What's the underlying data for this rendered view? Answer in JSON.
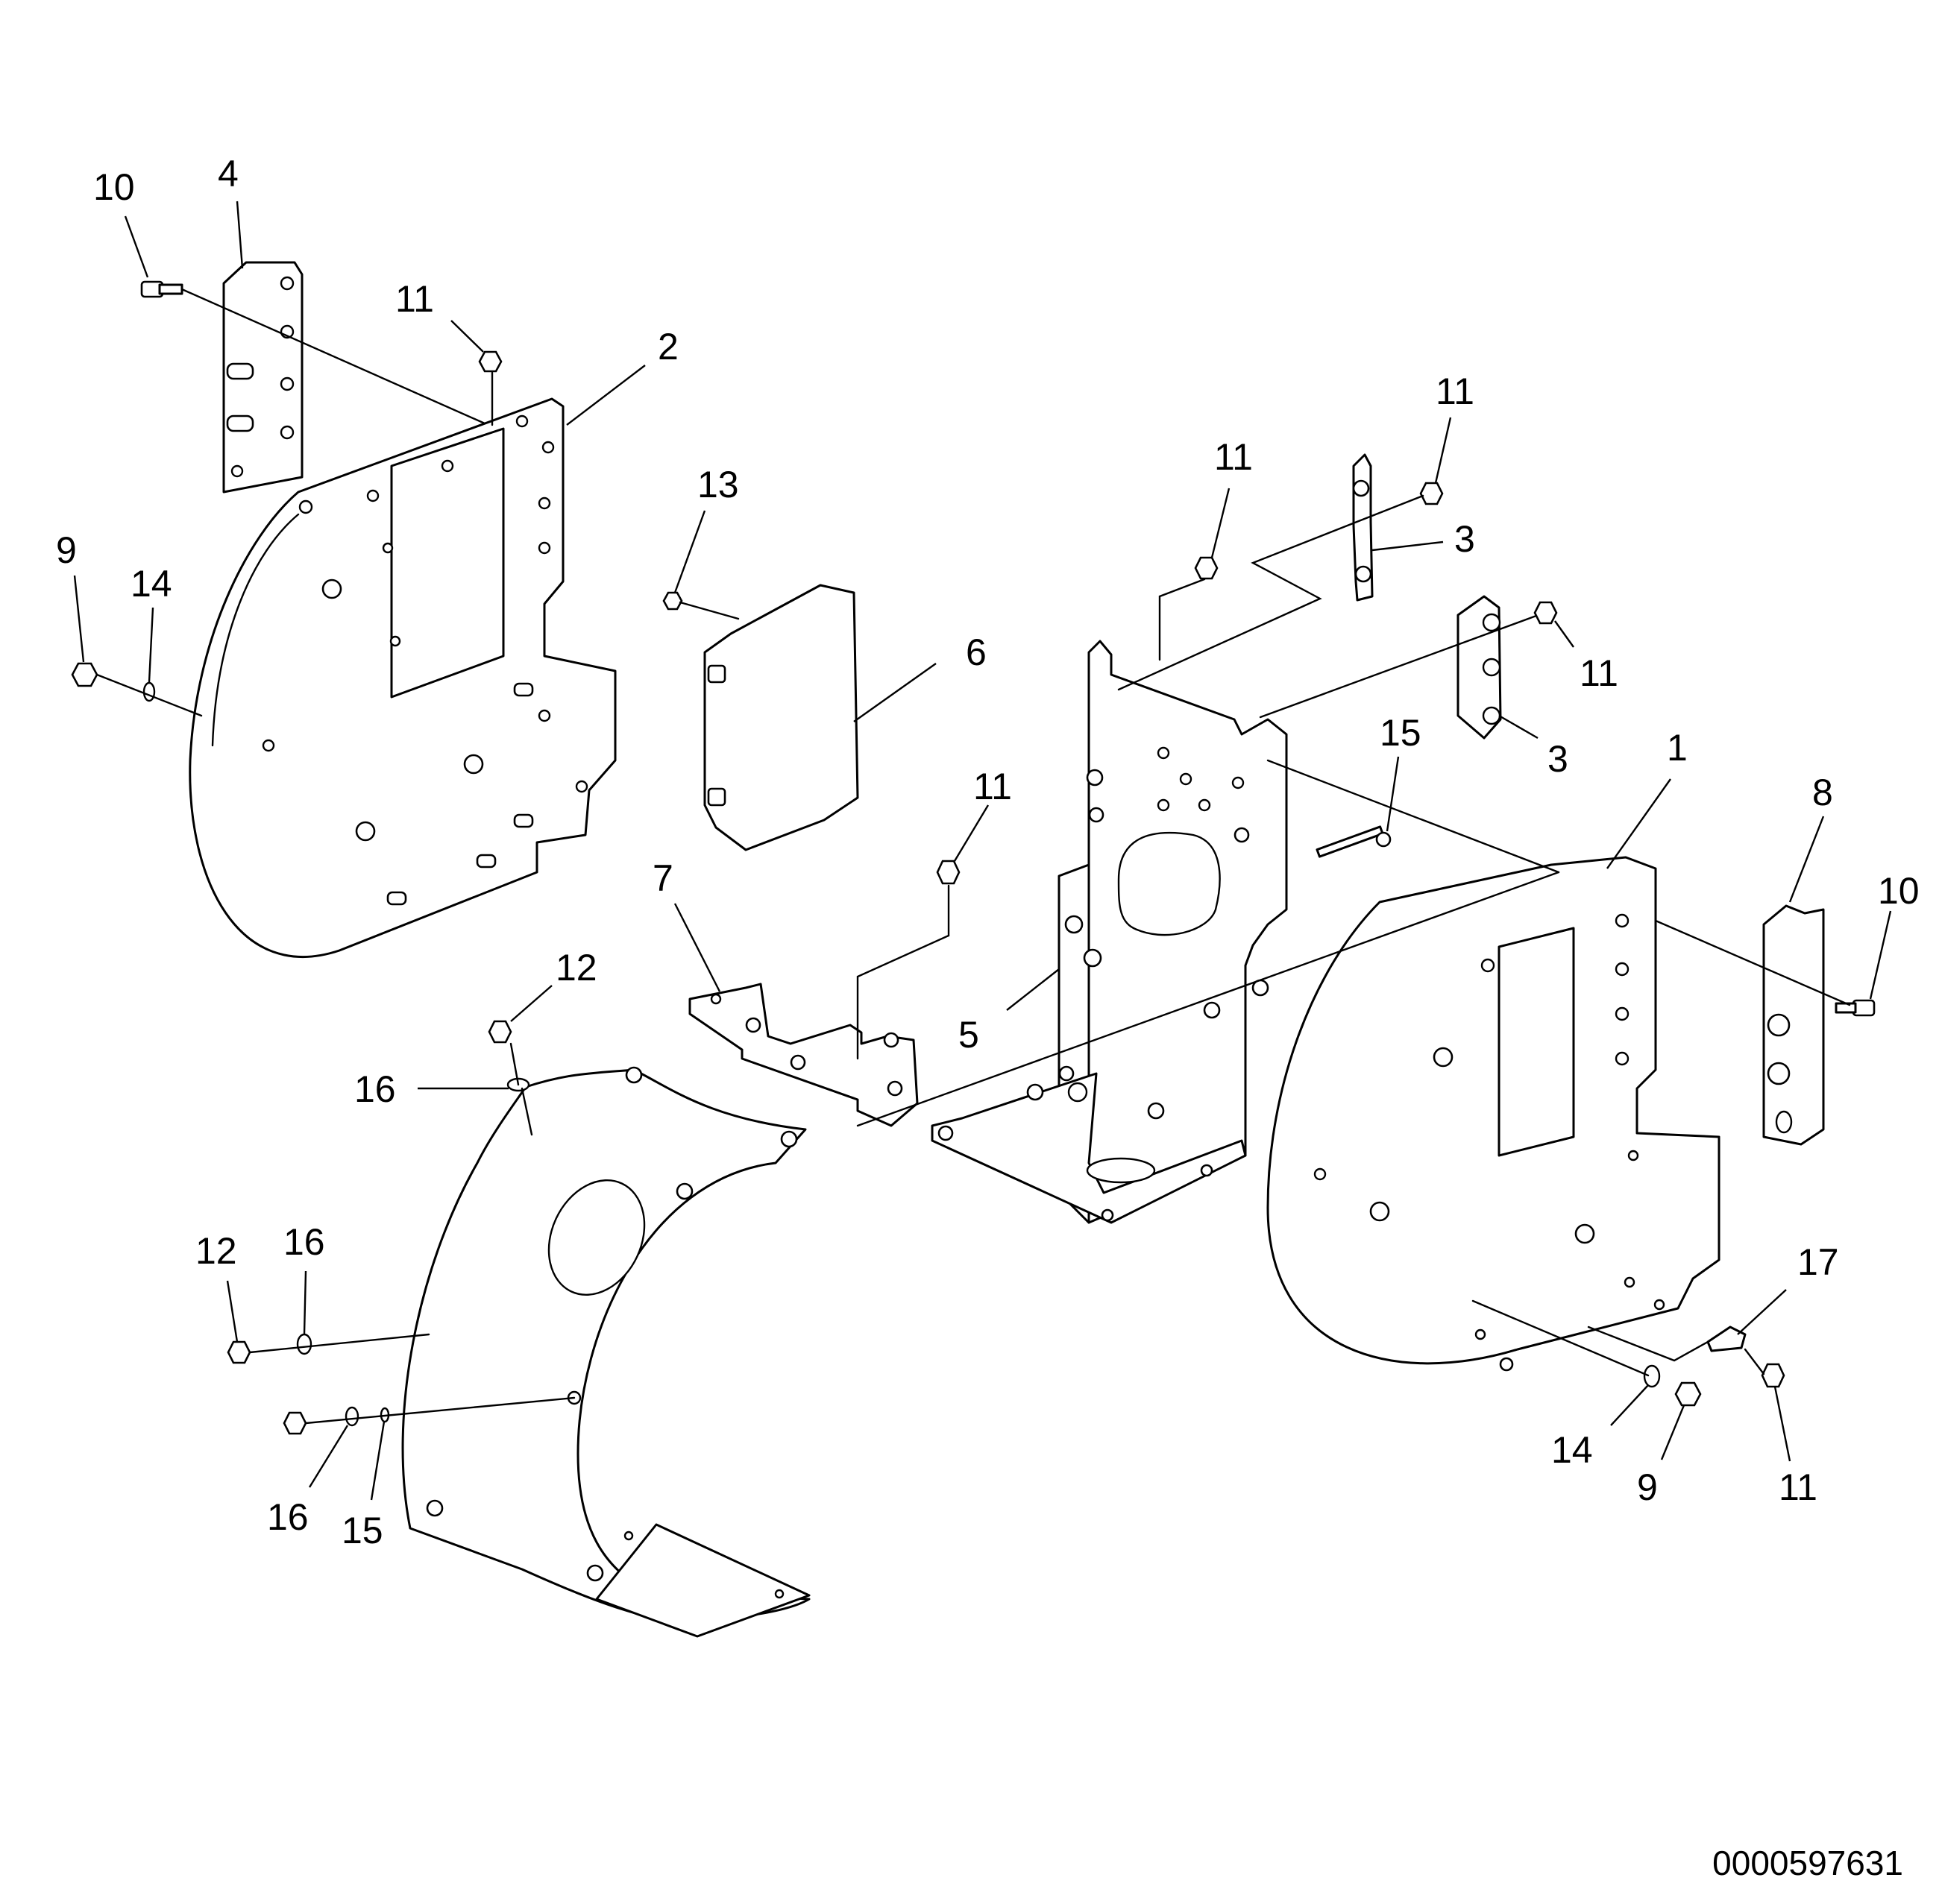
{
  "drawing_number": "0000597631",
  "callouts": [
    {
      "id": "c-10-a",
      "label": "10"
    },
    {
      "id": "c-4",
      "label": "4"
    },
    {
      "id": "c-11-a",
      "label": "11"
    },
    {
      "id": "c-2",
      "label": "2"
    },
    {
      "id": "c-9-a",
      "label": "9"
    },
    {
      "id": "c-14-a",
      "label": "14"
    },
    {
      "id": "c-13",
      "label": "13"
    },
    {
      "id": "c-6",
      "label": "6"
    },
    {
      "id": "c-11-b",
      "label": "11"
    },
    {
      "id": "c-11-c",
      "label": "11"
    },
    {
      "id": "c-3-a",
      "label": "3"
    },
    {
      "id": "c-11-d",
      "label": "11"
    },
    {
      "id": "c-3-b",
      "label": "3"
    },
    {
      "id": "c-15-a",
      "label": "15"
    },
    {
      "id": "c-1",
      "label": "1"
    },
    {
      "id": "c-8",
      "label": "8"
    },
    {
      "id": "c-10-b",
      "label": "10"
    },
    {
      "id": "c-11-e",
      "label": "11"
    },
    {
      "id": "c-7",
      "label": "7"
    },
    {
      "id": "c-5",
      "label": "5"
    },
    {
      "id": "c-12-a",
      "label": "12"
    },
    {
      "id": "c-16-a",
      "label": "16"
    },
    {
      "id": "c-12-b",
      "label": "12"
    },
    {
      "id": "c-16-b",
      "label": "16"
    },
    {
      "id": "c-16-c",
      "label": "16"
    },
    {
      "id": "c-15-b",
      "label": "15"
    },
    {
      "id": "c-17",
      "label": "17"
    },
    {
      "id": "c-14-b",
      "label": "14"
    },
    {
      "id": "c-9-b",
      "label": "9"
    },
    {
      "id": "c-11-f",
      "label": "11"
    }
  ]
}
